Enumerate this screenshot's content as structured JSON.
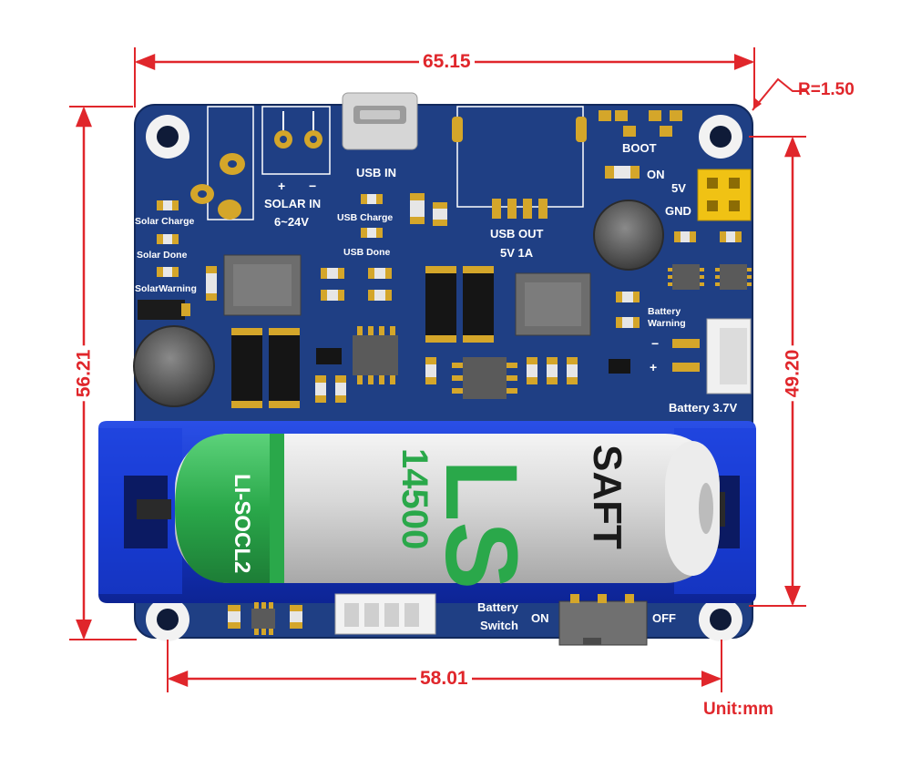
{
  "dimensions": {
    "top_width": "65.15",
    "bottom_width": "58.01",
    "left_height": "56.21",
    "right_height": "49.20",
    "corner_radius": "R=1.50",
    "unit": "Unit:mm"
  },
  "silkscreen": {
    "solar_in": "SOLAR IN",
    "solar_voltage": "6~24V",
    "solar_plus": "+",
    "solar_minus": "−",
    "usb_in": "USB IN",
    "usb_out": "USB OUT",
    "usb_out_rating": "5V 1A",
    "boot": "BOOT",
    "on": "ON",
    "five_v": "5V",
    "gnd": "GND",
    "solar_charge": "Solar Charge",
    "solar_done": "Solar Done",
    "solar_warning": "SolarWarning",
    "usb_charge": "USB Charge",
    "usb_done": "USB Done",
    "battery_warning_1": "Battery",
    "battery_warning_2": "Warning",
    "battery_minus": "−",
    "battery_plus": "+",
    "battery_connector": "Battery 3.7V",
    "battery_switch_1": "Battery",
    "battery_switch_2": "Switch",
    "switch_on": "ON",
    "switch_off": "OFF"
  },
  "battery": {
    "brand": "SAFT",
    "series": "LS",
    "model": "14500",
    "chemistry": "LI-SOCL2"
  },
  "colors": {
    "dimension": "#e0262b",
    "pcb": "#1f3f84",
    "holder": "#1537c9",
    "cell_gray": "#d3d3d3",
    "cell_green": "#2aa84a"
  }
}
